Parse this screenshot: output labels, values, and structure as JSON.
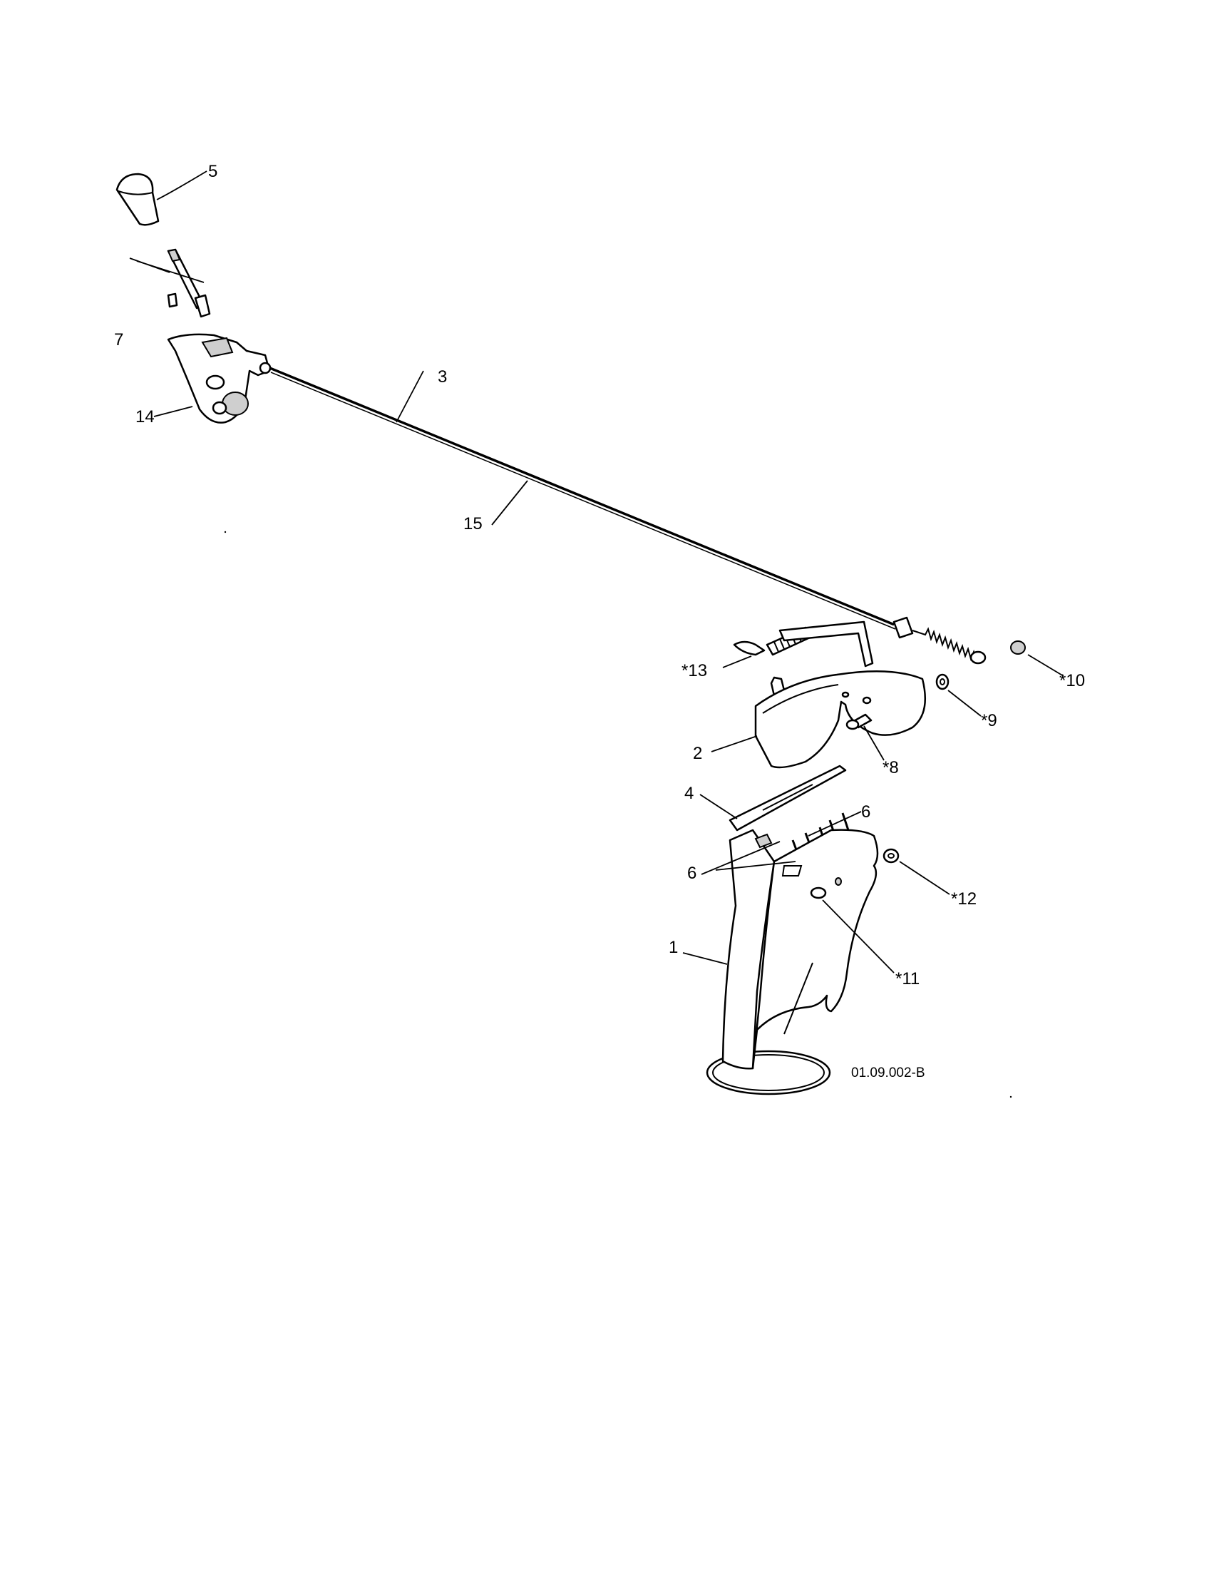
{
  "diagram_code": "01.09.002-B",
  "callouts": {
    "c5": "5",
    "c7": "7",
    "c14": "14",
    "c3": "3",
    "c15": "15",
    "c13": "*13",
    "c10": "*10",
    "c9": "*9",
    "c2": "2",
    "c8": "*8",
    "c4": "4",
    "c6a": "6",
    "c6b": "6",
    "c12": "*12",
    "c1": "1",
    "c11": "*11"
  }
}
